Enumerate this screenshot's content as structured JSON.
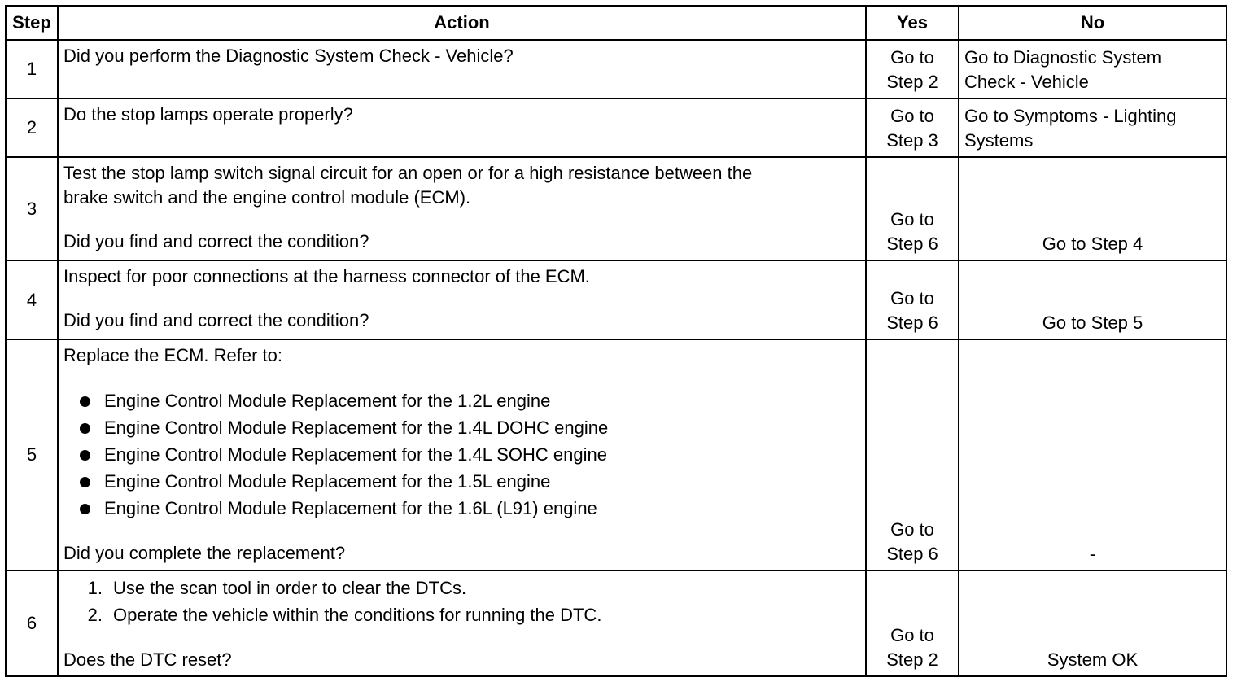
{
  "headers": {
    "step": "Step",
    "action": "Action",
    "yes": "Yes",
    "no": "No"
  },
  "rows": [
    {
      "step": "1",
      "action": "Did you perform the Diagnostic System Check - Vehicle?",
      "yes": [
        "Go to",
        "Step 2"
      ],
      "no": [
        "Go to Diagnostic System",
        "Check - Vehicle"
      ]
    },
    {
      "step": "2",
      "action": "Do the stop lamps operate properly?",
      "yes": [
        "Go to",
        "Step 3"
      ],
      "no": [
        "Go to Symptoms - Lighting",
        "Systems"
      ]
    },
    {
      "step": "3",
      "action_lines": [
        "Test the stop lamp switch signal circuit for an open or for a high resistance between the",
        "brake switch and the engine control module (ECM)."
      ],
      "question": "Did you find and correct the condition?",
      "yes": [
        "Go to",
        "Step 6"
      ],
      "no": "Go to Step 4"
    },
    {
      "step": "4",
      "action": "Inspect for poor connections at the harness connector of the ECM.",
      "question": "Did you find and correct the condition?",
      "yes": [
        "Go to",
        "Step 6"
      ],
      "no": "Go to Step 5"
    },
    {
      "step": "5",
      "action": "Replace the ECM. Refer to:",
      "bullets": [
        "Engine Control Module Replacement for the 1.2L engine",
        "Engine Control Module Replacement for the 1.4L DOHC engine",
        "Engine Control Module Replacement for the 1.4L SOHC engine",
        "Engine Control Module Replacement for the 1.5L engine",
        "Engine Control Module Replacement for the 1.6L (L91) engine"
      ],
      "question": "Did you complete the replacement?",
      "yes": [
        "Go to",
        "Step 6"
      ],
      "no": "-"
    },
    {
      "step": "6",
      "numbered": [
        {
          "n": "1.",
          "text": "Use the scan tool in order to clear the DTCs."
        },
        {
          "n": "2.",
          "text": "Operate the vehicle within the conditions for running the DTC."
        }
      ],
      "question": "Does the DTC reset?",
      "yes": [
        "Go to",
        "Step 2"
      ],
      "no": "System OK"
    }
  ]
}
